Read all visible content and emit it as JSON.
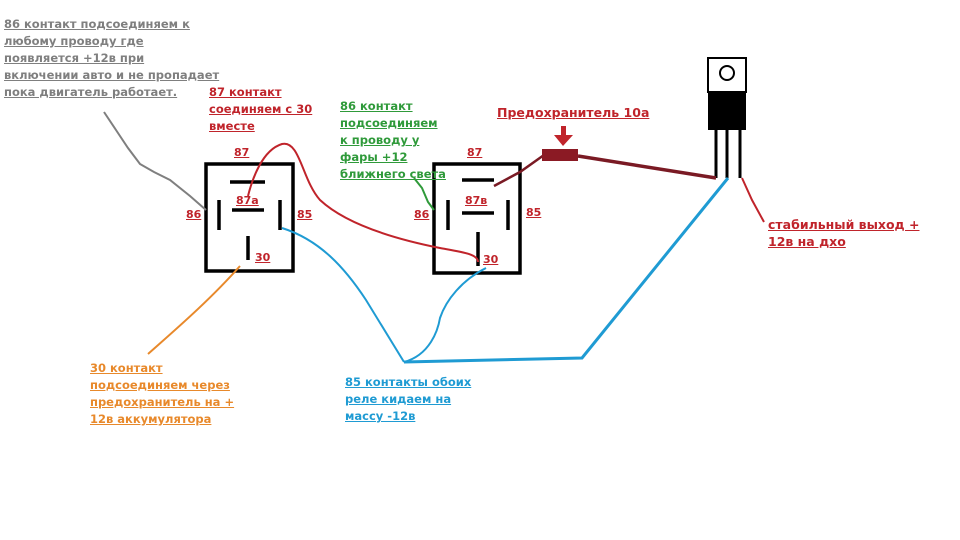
{
  "colors": {
    "gray": "#7f7f7f",
    "red": "#c0242b",
    "green": "#2f9a3a",
    "orange": "#e8892b",
    "blue": "#1f9bd3",
    "dark_red": "#7a1a24",
    "black": "#000000"
  },
  "notes": {
    "gray": [
      "86 контакт подсоединяем к",
      "любому проводу где",
      "появляется +12в при",
      "включении авто и не пропадает",
      "пока двигатель работает."
    ],
    "red87": [
      "87 контакт",
      "соединяем с 30",
      "вместе"
    ],
    "green86": [
      "86 контакт",
      "подсоединяем",
      "к проводу у",
      "фары +12",
      "ближнего света"
    ],
    "fuse": [
      "Предохранитель 10а"
    ],
    "output": [
      "стабильный выход +",
      "12в на дхо"
    ],
    "orange30": [
      "30 контакт",
      "подсоединяем через",
      "предохранитель на +",
      "12в аккумулятора"
    ],
    "blue85": [
      "85 контакты обоих",
      "реле кидаем на",
      "массу -12в"
    ]
  },
  "relay1": {
    "pin87": "87",
    "pin87a": "87а",
    "pin86": "86",
    "pin85": "85",
    "pin30": "30"
  },
  "relay2": {
    "pin87": "87",
    "pin87b": "87в",
    "pin86": "86",
    "pin85": "85",
    "pin30": "30"
  }
}
